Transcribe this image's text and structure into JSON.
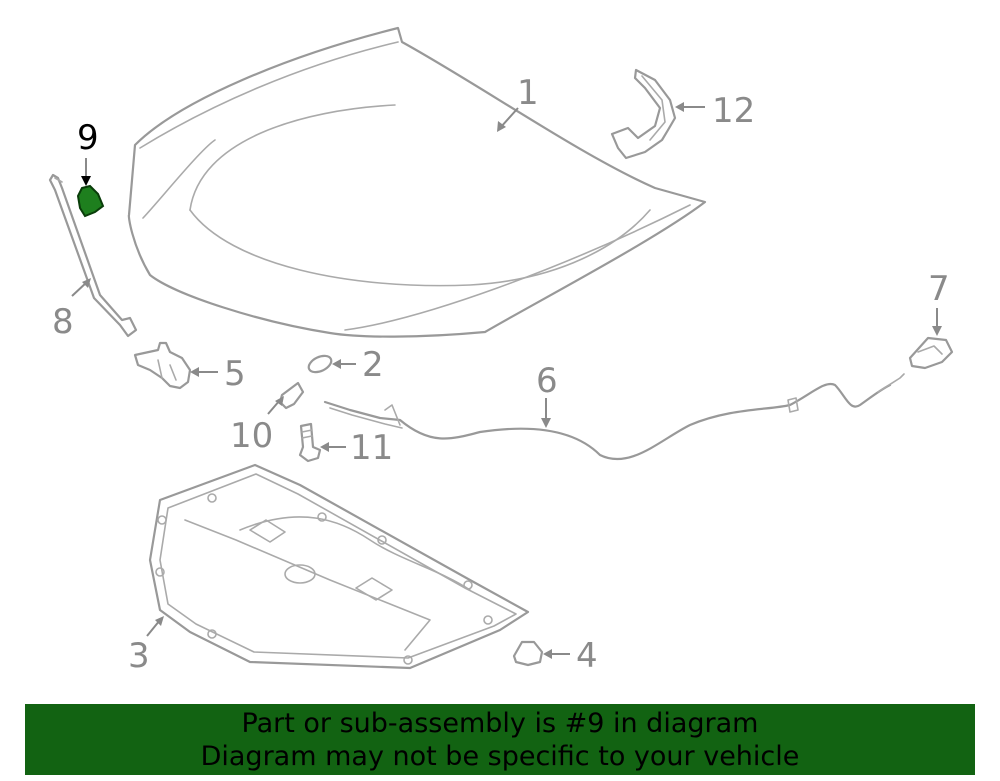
{
  "diagram": {
    "highlighted_part": "9",
    "highlight_color": "#1e7f1e",
    "line_color": "#999999",
    "callouts": {
      "c1": "1",
      "c2": "2",
      "c3": "3",
      "c4": "4",
      "c5": "5",
      "c6": "6",
      "c7": "7",
      "c8": "8",
      "c9": "9",
      "c10": "10",
      "c11": "11",
      "c12": "12"
    }
  },
  "banner": {
    "line1": "Part or sub-assembly is #9 in diagram",
    "line2": "Diagram may not be specific to your vehicle",
    "background": "#126312"
  }
}
